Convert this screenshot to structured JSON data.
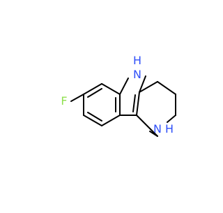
{
  "molecule": {
    "atom_labels": {
      "fluorine": "F",
      "indole_nitrogen": "N",
      "indole_nh_hydrogen": "H",
      "ring_nitrogen": "N",
      "ring_nh_hydrogen": "H"
    }
  },
  "colors": {
    "bond": "#000000",
    "carbon_label": "#000000",
    "fluorine": "#90e050",
    "nitrogen": "#3050f8",
    "background": "#ffffff"
  }
}
